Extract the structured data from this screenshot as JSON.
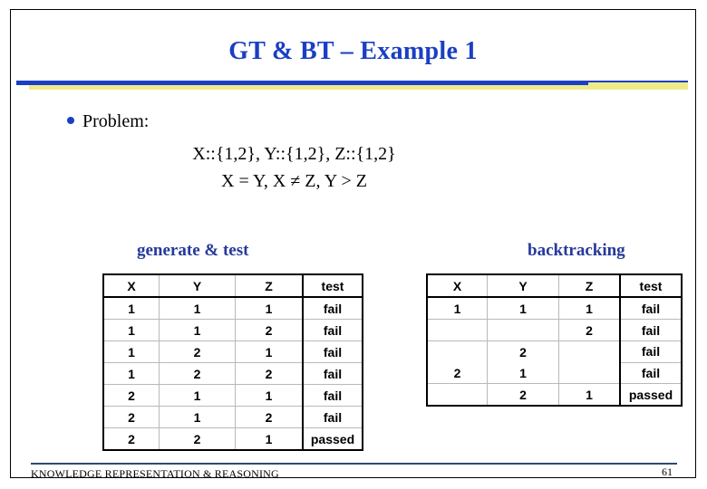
{
  "slide": {
    "title": "GT & BT – Example 1",
    "title_color": "#1a3fc4",
    "accent_blue": "#1a3fc4",
    "accent_yellow": "#eeea8a",
    "caption_color": "#26399b",
    "footer_rule_color": "#2d4a6b"
  },
  "problem": {
    "bullet_label": "Problem:",
    "domains": "X::{1,2}, Y::{1,2}, Z::{1,2}",
    "constraints": "X = Y, X ≠ Z, Y > Z"
  },
  "sections": {
    "generate_and_test_caption": "generate & test",
    "backtracking_caption": "backtracking"
  },
  "generate_test_table": {
    "headers": [
      "X",
      "Y",
      "Z",
      "test"
    ],
    "rows": [
      [
        "1",
        "1",
        "1",
        "fail"
      ],
      [
        "1",
        "1",
        "2",
        "fail"
      ],
      [
        "1",
        "2",
        "1",
        "fail"
      ],
      [
        "1",
        "2",
        "2",
        "fail"
      ],
      [
        "2",
        "1",
        "1",
        "fail"
      ],
      [
        "2",
        "1",
        "2",
        "fail"
      ],
      [
        "2",
        "2",
        "1",
        "passed"
      ]
    ]
  },
  "backtracking_table": {
    "headers": [
      "X",
      "Y",
      "Z",
      "test"
    ],
    "rows": [
      [
        "1",
        "1",
        "1",
        "fail"
      ],
      [
        "",
        "",
        "2",
        "fail"
      ],
      [
        "",
        "2",
        "",
        "fail"
      ],
      [
        "2",
        "1",
        "",
        "fail"
      ],
      [
        "",
        "2",
        "1",
        "passed"
      ]
    ]
  },
  "footer": {
    "text": "KNOWLEDGE REPRESENTATION & REASONING",
    "page_number": "61"
  }
}
